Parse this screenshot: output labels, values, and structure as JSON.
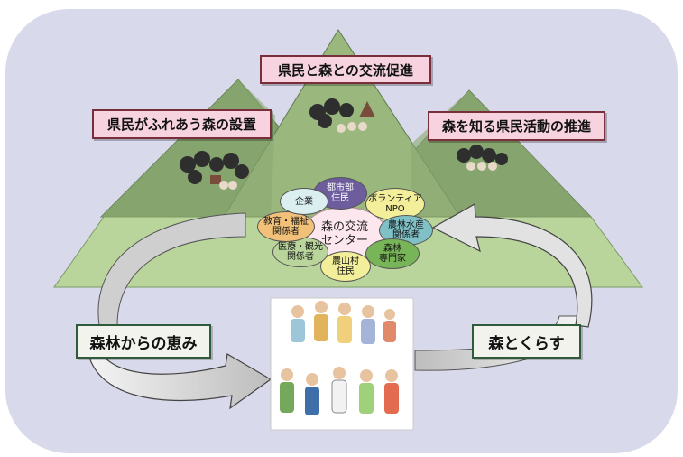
{
  "labels": {
    "top": "県民と森との交流促進",
    "left": "県民がふれあう森の設置",
    "right": "森を知る県民活動の推進"
  },
  "side": {
    "left": "森林からの恵み",
    "right": "森とくらす"
  },
  "center": {
    "line1": "森の交流",
    "line2": "センター"
  },
  "petals": {
    "toshi": {
      "l1": "都市部",
      "l2": "住民"
    },
    "volunteer": {
      "l1": "ボランティア",
      "l2": "NPO"
    },
    "nourin": {
      "l1": "農林水産",
      "l2": "関係者"
    },
    "shinrin": {
      "l1": "森林",
      "l2": "専門家"
    },
    "sanson": {
      "l1": "農山村",
      "l2": "住民"
    },
    "iryou": {
      "l1": "医療・観光",
      "l2": "関係者"
    },
    "kyouiku": {
      "l1": "教育・福祉",
      "l2": "関係者"
    },
    "kigyou": {
      "l1": "企業"
    }
  },
  "colors": {
    "frame_bg": "#d9d9ec",
    "mountain_dark": "#7f9f66",
    "mountain_mid": "#98b87c",
    "mountain_light": "#b9d39c",
    "petal_purple": "#6d5d9c",
    "petal_yellow": "#f2ee9a",
    "petal_teal": "#7fc1c7",
    "petal_green": "#78b458",
    "petal_orange": "#f1c079",
    "petal_lightblue": "#dbeff0",
    "label_fill": "#f6d3df",
    "arrow_fill": "#d6d6d6"
  }
}
